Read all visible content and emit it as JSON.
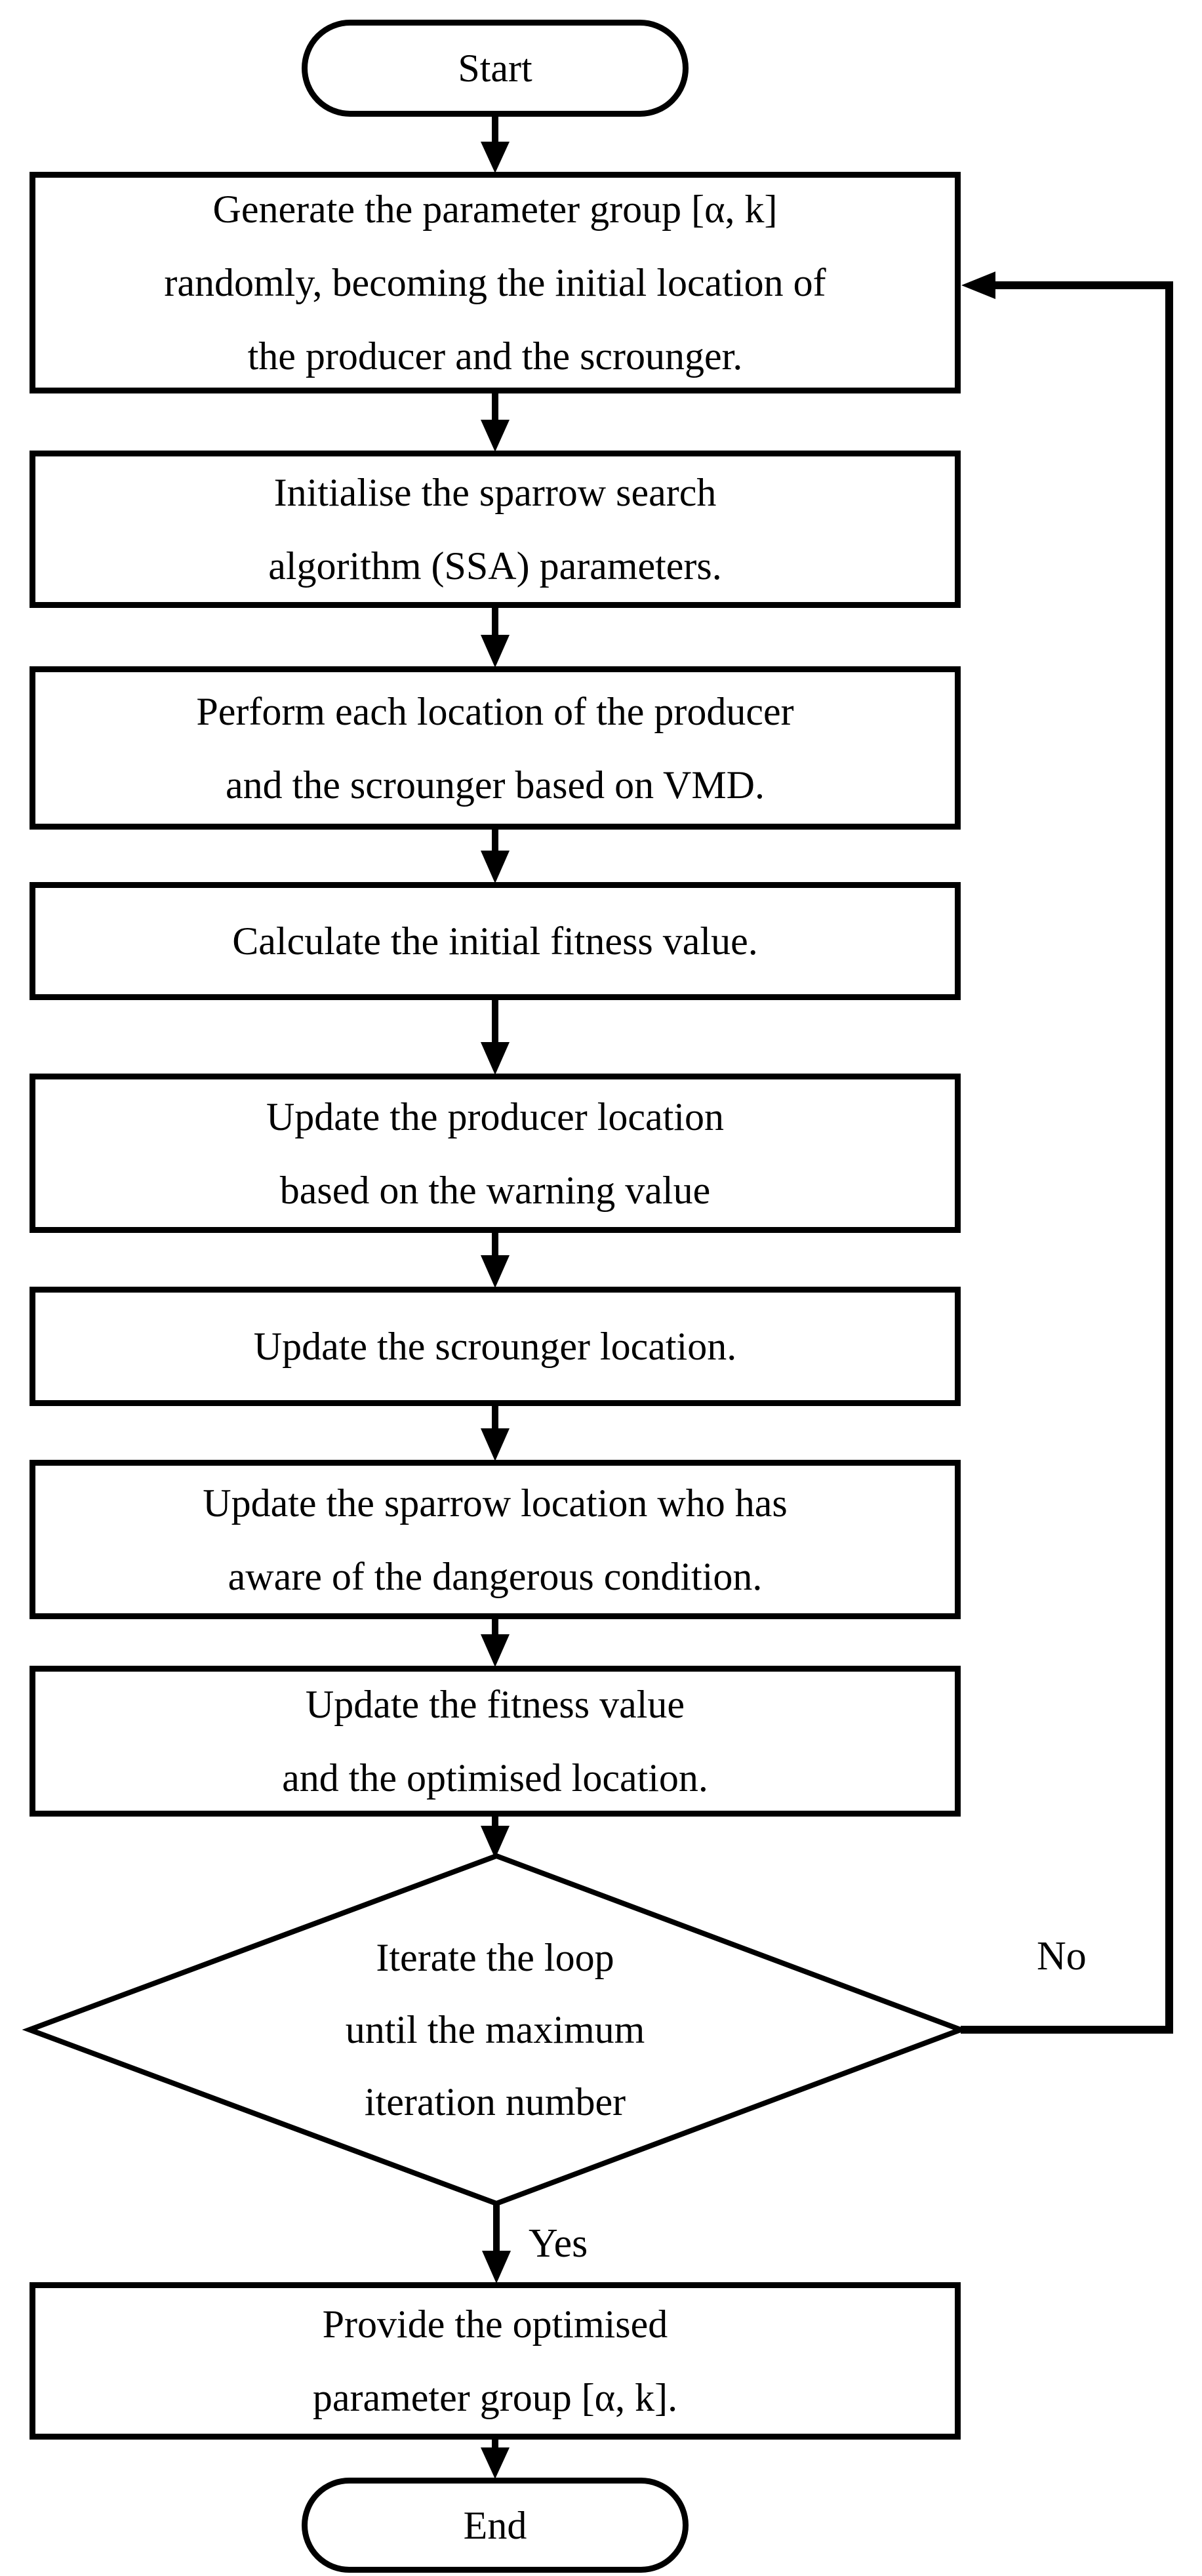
{
  "flowchart": {
    "colors": {
      "stroke": "#000000",
      "fill": "#ffffff"
    },
    "nodes": [
      {
        "id": "start",
        "type": "terminator",
        "label": "Start"
      },
      {
        "id": "generate-parameters",
        "type": "process",
        "label": "Generate the parameter group [α, k]\nrandomly, becoming the initial location of\nthe producer and the scrounger."
      },
      {
        "id": "initialise-ssa",
        "type": "process",
        "label": "Initialise the sparrow search\nalgorithm (SSA) parameters."
      },
      {
        "id": "perform-vmd",
        "type": "process",
        "label": "Perform each location of the producer\nand the scrounger based on VMD."
      },
      {
        "id": "calculate-fitness",
        "type": "process",
        "label": "Calculate the initial fitness value."
      },
      {
        "id": "update-producer",
        "type": "process",
        "label": "Update the producer location\nbased on the warning value"
      },
      {
        "id": "update-scrounger",
        "type": "process",
        "label": "Update the scrounger location."
      },
      {
        "id": "update-sparrow",
        "type": "process",
        "label": "Update the sparrow location who has\naware of the dangerous condition."
      },
      {
        "id": "update-fitness",
        "type": "process",
        "label": "Update the fitness value\nand the optimised location."
      },
      {
        "id": "iteration-decision",
        "type": "decision",
        "label": "Iterate the loop\nuntil the maximum\niteration number"
      },
      {
        "id": "provide-parameters",
        "type": "process",
        "label": "Provide the optimised\nparameter group [α, k]."
      },
      {
        "id": "end",
        "type": "terminator",
        "label": "End"
      }
    ],
    "edges": {
      "no_label": "No",
      "yes_label": "Yes"
    }
  }
}
